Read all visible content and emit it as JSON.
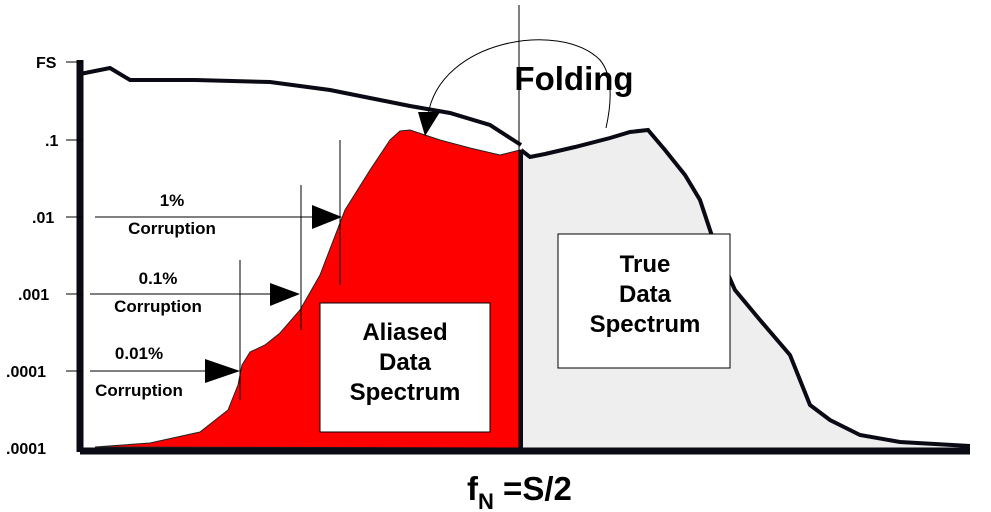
{
  "diagram": {
    "y_ticks": [
      "FS",
      ".1",
      ".01",
      ".001",
      ".0001",
      ".0001"
    ],
    "corruption": [
      {
        "percent": "1%",
        "label": "Corruption"
      },
      {
        "percent": "0.1%",
        "label": "Corruption"
      },
      {
        "percent": "0.01%",
        "label": "Corruption"
      }
    ],
    "folding_label": "Folding",
    "aliased_box": [
      "Aliased",
      "Data",
      "Spectrum"
    ],
    "true_box": [
      "True",
      "Data",
      "Spectrum"
    ],
    "nyquist": {
      "f": "f",
      "sub": "N",
      "rest": " =S/2"
    },
    "colors": {
      "aliased_fill": "#ff0000",
      "true_fill": "#eeeeee",
      "ink": "#0a0a14"
    }
  }
}
